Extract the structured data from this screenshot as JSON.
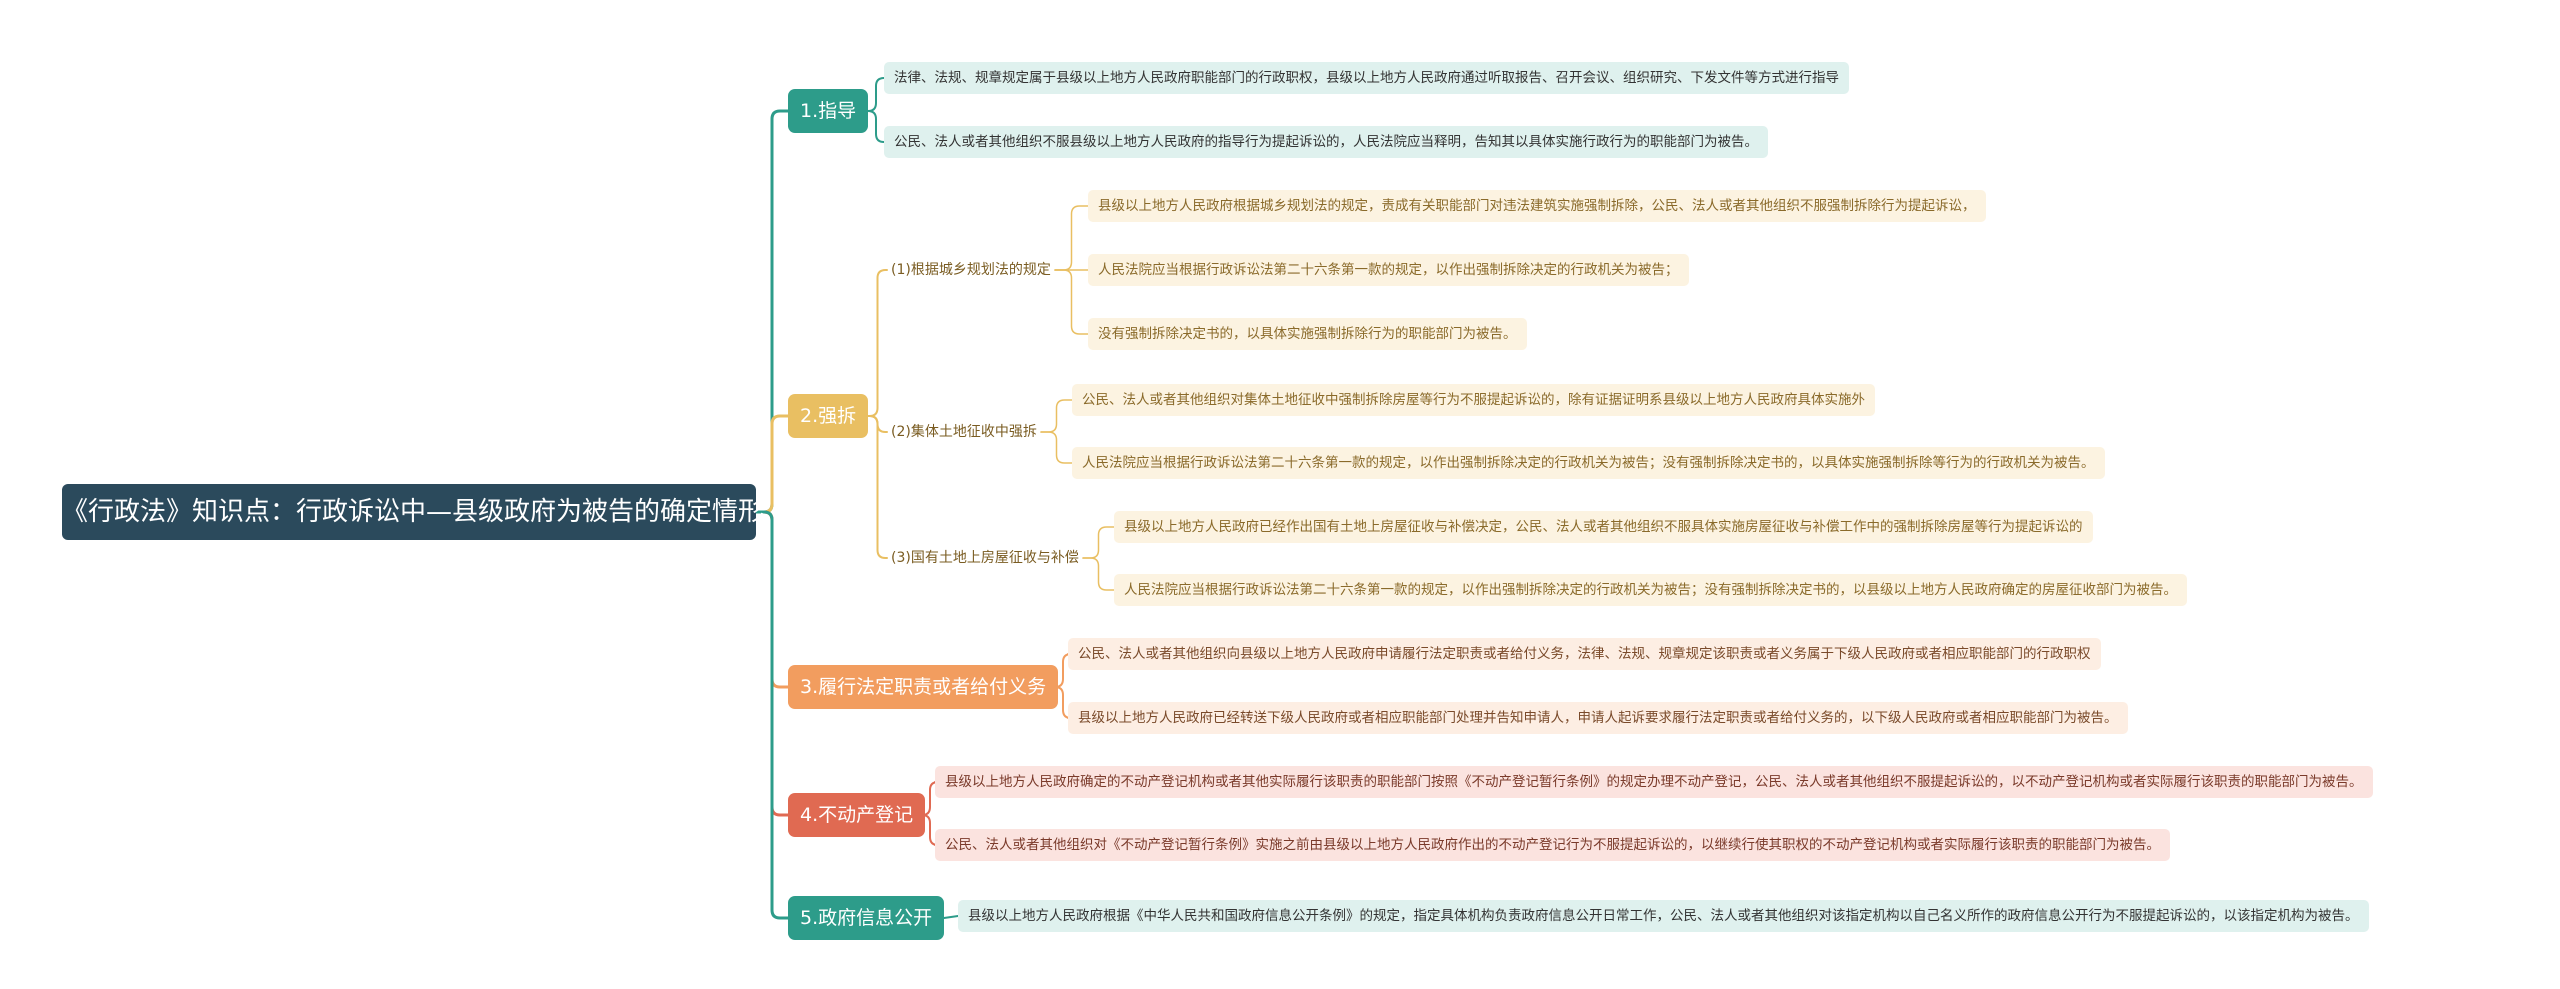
{
  "root": "《行政法》知识点：行政诉讼中—县级政府为被告的确定情形",
  "colors": {
    "root": "#2b4a5c",
    "teal": "#2d9c8a",
    "gold": "#e9bf62",
    "orange": "#f29d5f",
    "red": "#e06a52"
  },
  "branches": {
    "b1": {
      "label": "1.指导",
      "items": [
        "法律、法规、规章规定属于县级以上地方人民政府职能部门的行政职权，县级以上地方人民政府通过听取报告、召开会议、组织研究、下发文件等方式进行指导",
        "公民、法人或者其他组织不服县级以上地方人民政府的指导行为提起诉讼的，人民法院应当释明，告知其以具体实施行政行为的职能部门为被告。"
      ]
    },
    "b2": {
      "label": "2.强拆",
      "sub1": {
        "label": "(1)根据城乡规划法的规定",
        "items": [
          "县级以上地方人民政府根据城乡规划法的规定，责成有关职能部门对违法建筑实施强制拆除，公民、法人或者其他组织不服强制拆除行为提起诉讼，",
          "人民法院应当根据行政诉讼法第二十六条第一款的规定，以作出强制拆除决定的行政机关为被告；",
          "没有强制拆除决定书的，以具体实施强制拆除行为的职能部门为被告。"
        ]
      },
      "sub2": {
        "label": "(2)集体土地征收中强拆",
        "items": [
          "公民、法人或者其他组织对集体土地征收中强制拆除房屋等行为不服提起诉讼的，除有证据证明系县级以上地方人民政府具体实施外",
          "人民法院应当根据行政诉讼法第二十六条第一款的规定，以作出强制拆除决定的行政机关为被告；没有强制拆除决定书的，以具体实施强制拆除等行为的行政机关为被告。"
        ]
      },
      "sub3": {
        "label": "(3)国有土地上房屋征收与补偿",
        "items": [
          "县级以上地方人民政府已经作出国有土地上房屋征收与补偿决定，公民、法人或者其他组织不服具体实施房屋征收与补偿工作中的强制拆除房屋等行为提起诉讼的",
          "人民法院应当根据行政诉讼法第二十六条第一款的规定，以作出强制拆除决定的行政机关为被告；没有强制拆除决定书的，以县级以上地方人民政府确定的房屋征收部门为被告。"
        ]
      }
    },
    "b3": {
      "label": "3.履行法定职责或者给付义务",
      "items": [
        "公民、法人或者其他组织向县级以上地方人民政府申请履行法定职责或者给付义务，法律、法规、规章规定该职责或者义务属于下级人民政府或者相应职能部门的行政职权",
        "县级以上地方人民政府已经转送下级人民政府或者相应职能部门处理并告知申请人，申请人起诉要求履行法定职责或者给付义务的，以下级人民政府或者相应职能部门为被告。"
      ]
    },
    "b4": {
      "label": "4.不动产登记",
      "items": [
        "县级以上地方人民政府确定的不动产登记机构或者其他实际履行该职责的职能部门按照《不动产登记暂行条例》的规定办理不动产登记，公民、法人或者其他组织不服提起诉讼的，以不动产登记机构或者实际履行该职责的职能部门为被告。",
        "公民、法人或者其他组织对《不动产登记暂行条例》实施之前由县级以上地方人民政府作出的不动产登记行为不服提起诉讼的，以继续行使其职权的不动产登记机构或者实际履行该职责的职能部门为被告。"
      ]
    },
    "b5": {
      "label": "5.政府信息公开",
      "items": [
        "县级以上地方人民政府根据《中华人民共和国政府信息公开条例》的规定，指定具体机构负责政府信息公开日常工作，公民、法人或者其他组织对该指定机构以自己名义所作的政府信息公开行为不服提起诉讼的，以该指定机构为被告。"
      ]
    }
  }
}
